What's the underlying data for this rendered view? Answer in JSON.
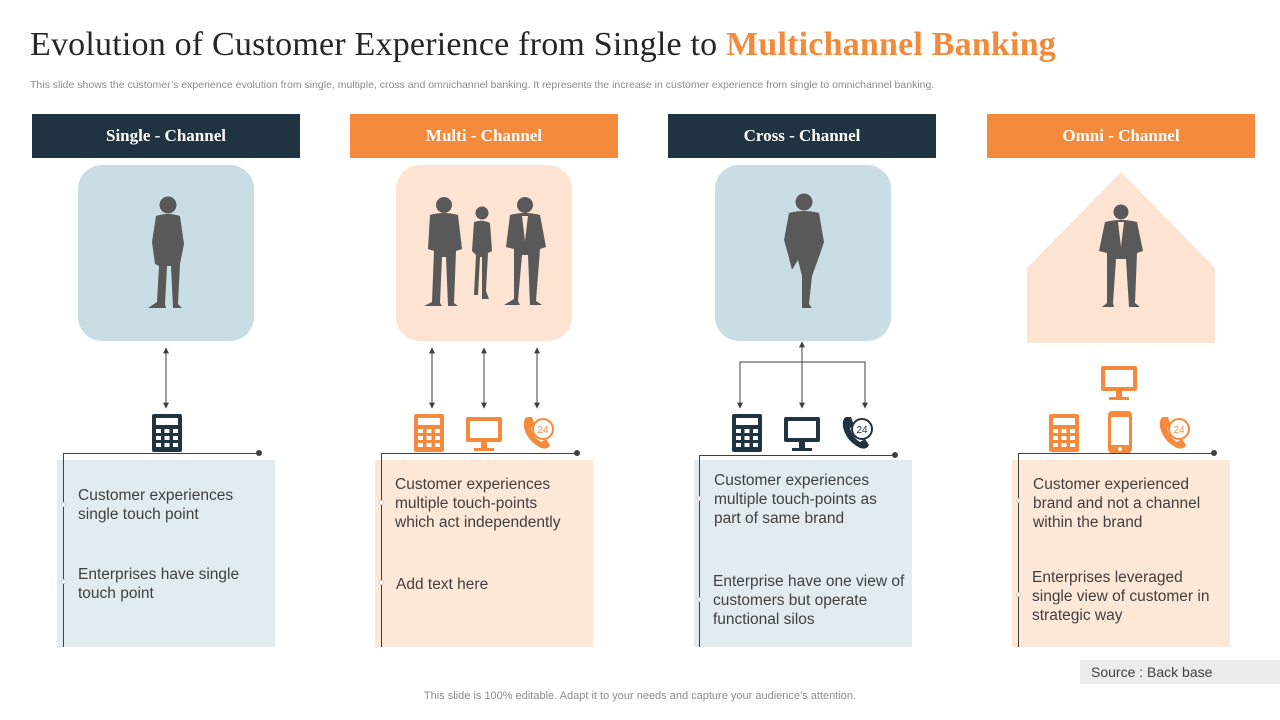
{
  "title": {
    "main": "Evolution of Customer Experience from Single to",
    "accent": "Multichannel Banking"
  },
  "subtitle": "This slide shows the customer’s experience evolution from single, multiple, cross and omnichannel banking. It represents the increase in customer experience from single to omnichannel banking.",
  "columns": [
    {
      "header": "Single - Channel",
      "points": [
        "Customer experiences single touch point",
        "Enterprises have single touch point"
      ],
      "icons": [
        "calculator-icon"
      ]
    },
    {
      "header": "Multi - Channel",
      "points": [
        "Customer experiences multiple touch-points which act independently",
        "Add text here"
      ],
      "icons": [
        "calculator-icon",
        "monitor-icon",
        "phone-24-icon"
      ]
    },
    {
      "header": "Cross - Channel",
      "points": [
        "Customer experiences multiple touch-points as part of same brand",
        "Enterprise have one view of customers but operate functional silos"
      ],
      "icons": [
        "calculator-icon",
        "monitor-icon",
        "phone-24-icon"
      ]
    },
    {
      "header": "Omni - Channel",
      "points": [
        "Customer experienced brand and not a channel within the brand",
        "Enterprises leveraged single view of customer in strategic way"
      ],
      "icons": [
        "monitor-icon",
        "calculator-icon",
        "smartphone-icon",
        "phone-24-icon"
      ]
    }
  ],
  "badge_text": "24",
  "source": "Source : Back base",
  "footer": "This slide is 100% editable. Adapt it to your needs and capture your audience’s attention.",
  "colors": {
    "dark": "#1F3340",
    "orange": "#F58A3D",
    "tile_blue": "#C9DDE5",
    "tile_peach": "#FDE3D2",
    "silhouette": "#595959"
  }
}
